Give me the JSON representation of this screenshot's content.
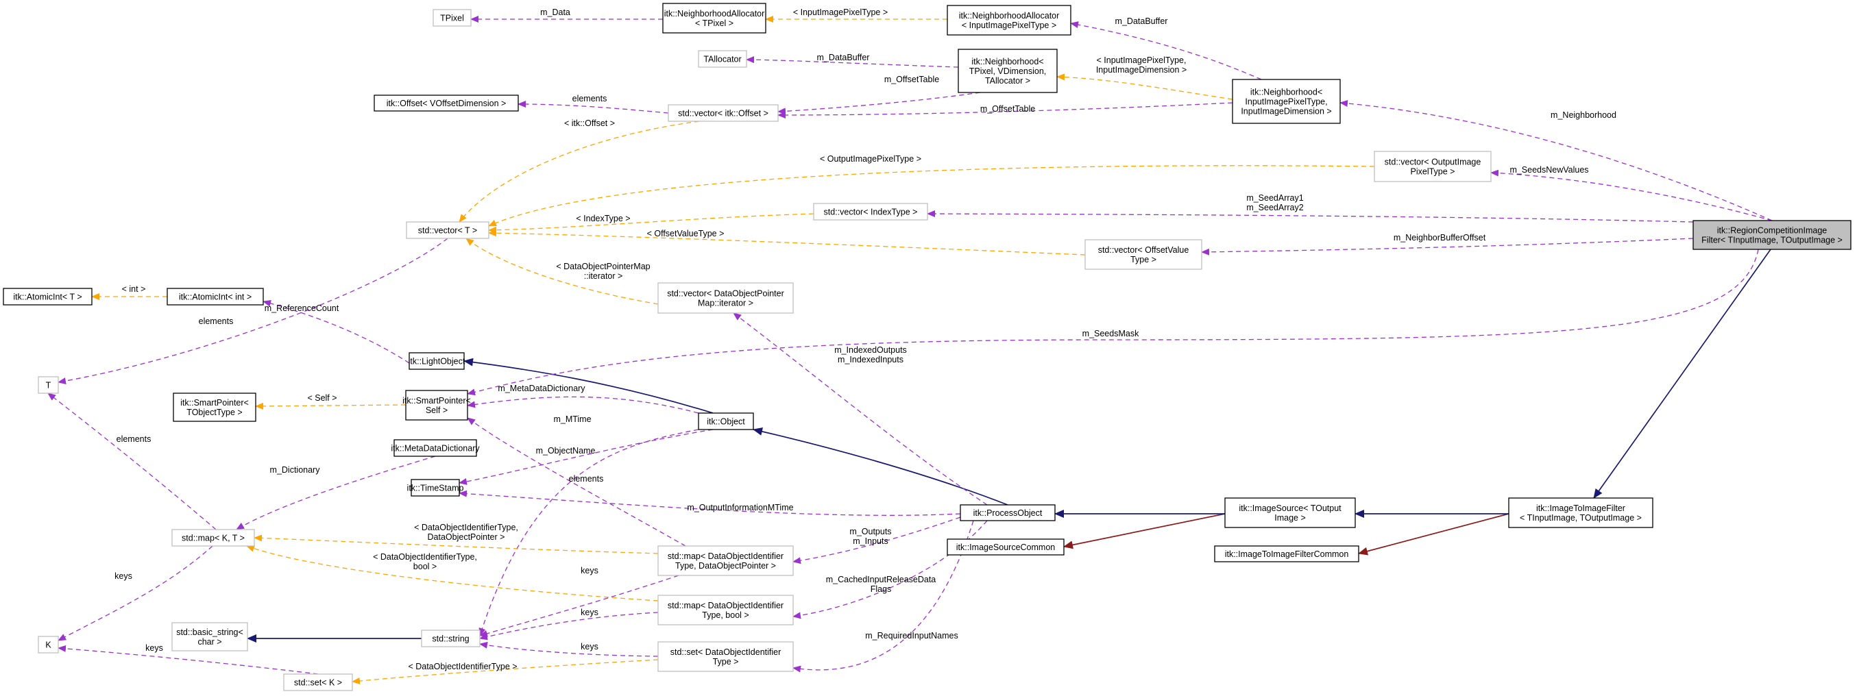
{
  "colors": {
    "inherit": "#191970",
    "usage": "#9a32cd",
    "template": "#ffa500",
    "private": "#8b1a1a",
    "current_fill": "#bfbfbf"
  },
  "nodes": [
    {
      "id": "regioncomp",
      "style": "current",
      "lines": [
        "itk::RegionCompetitionImage",
        "Filter< TInputImage, TOutputImage >"
      ]
    },
    {
      "id": "imgtoimg",
      "style": "solid",
      "lines": [
        "itk::ImageToImageFilter",
        "< TInputImage, TOutputImage >"
      ]
    },
    {
      "id": "imgtoimgcommon",
      "style": "solid",
      "lines": [
        "itk::ImageToImageFilterCommon"
      ]
    },
    {
      "id": "imagesource",
      "style": "solid",
      "lines": [
        "itk::ImageSource< TOutput",
        "Image >"
      ]
    },
    {
      "id": "imagesourcecommon",
      "style": "solid",
      "lines": [
        "itk::ImageSourceCommon"
      ]
    },
    {
      "id": "processobject",
      "style": "solid",
      "lines": [
        "itk::ProcessObject"
      ]
    },
    {
      "id": "object",
      "style": "solid",
      "lines": [
        "itk::Object"
      ]
    },
    {
      "id": "lightobject",
      "style": "solid",
      "lines": [
        "itk::LightObject"
      ]
    },
    {
      "id": "atomicint_int",
      "style": "solid",
      "lines": [
        "itk::AtomicInt< int >"
      ]
    },
    {
      "id": "atomicint_t",
      "style": "solid",
      "lines": [
        "itk::AtomicInt< T >"
      ]
    },
    {
      "id": "smartptr_self",
      "style": "solid",
      "lines": [
        "itk::SmartPointer<",
        "Self >"
      ]
    },
    {
      "id": "smartptr_t",
      "style": "solid",
      "lines": [
        "itk::SmartPointer<",
        "TObjectType >"
      ]
    },
    {
      "id": "metadict",
      "style": "solid",
      "lines": [
        "itk::MetaDataDictionary"
      ]
    },
    {
      "id": "timestamp",
      "style": "solid",
      "lines": [
        "itk::TimeStamp"
      ]
    },
    {
      "id": "offset",
      "style": "solid",
      "lines": [
        "itk::Offset< VOffsetDimension >"
      ]
    },
    {
      "id": "neighborhood_t",
      "style": "solid",
      "lines": [
        "itk::Neighborhood<",
        "TPixel, VDimension,",
        "TAllocator >"
      ]
    },
    {
      "id": "neighborhood_in",
      "style": "solid",
      "lines": [
        "itk::Neighborhood<",
        "InputImagePixelType,",
        "InputImageDimension >"
      ]
    },
    {
      "id": "nalloc_t",
      "style": "solid",
      "lines": [
        "itk::NeighborhoodAllocator",
        "< TPixel >"
      ]
    },
    {
      "id": "nalloc_in",
      "style": "solid",
      "lines": [
        "itk::NeighborhoodAllocator",
        "< InputImagePixelType >"
      ]
    },
    {
      "id": "tpixel",
      "style": "grey",
      "lines": [
        "TPixel"
      ]
    },
    {
      "id": "tallocator",
      "style": "grey",
      "lines": [
        "TAllocator"
      ]
    },
    {
      "id": "vec_offset",
      "style": "grey",
      "lines": [
        "std::vector< itk::Offset >"
      ]
    },
    {
      "id": "vec_t",
      "style": "grey",
      "lines": [
        "std::vector< T >"
      ]
    },
    {
      "id": "t",
      "style": "grey",
      "lines": [
        "T"
      ]
    },
    {
      "id": "k",
      "style": "grey",
      "lines": [
        "K"
      ]
    },
    {
      "id": "map_kt",
      "style": "grey",
      "lines": [
        "std::map< K, T >"
      ]
    },
    {
      "id": "basic_string",
      "style": "grey",
      "lines": [
        "std::basic_string<",
        "char >"
      ]
    },
    {
      "id": "string",
      "style": "grey",
      "lines": [
        "std::string"
      ]
    },
    {
      "id": "set_k",
      "style": "grey",
      "lines": [
        "std::set< K >"
      ]
    },
    {
      "id": "vec_outpix",
      "style": "grey",
      "lines": [
        "std::vector< OutputImage",
        "PixelType >"
      ]
    },
    {
      "id": "vec_index",
      "style": "grey",
      "lines": [
        "std::vector< IndexType >"
      ]
    },
    {
      "id": "vec_offval",
      "style": "grey",
      "lines": [
        "std::vector< OffsetValue",
        "Type >"
      ]
    },
    {
      "id": "vec_dopmap",
      "style": "grey",
      "lines": [
        "std::vector< DataObjectPointer",
        "Map::iterator >"
      ]
    },
    {
      "id": "map_dop",
      "style": "grey",
      "lines": [
        "std::map< DataObjectIdentifier",
        "Type, DataObjectPointer >"
      ]
    },
    {
      "id": "map_bool",
      "style": "grey",
      "lines": [
        "std::map< DataObjectIdentifier",
        "Type, bool >"
      ]
    },
    {
      "id": "set_doi",
      "style": "grey",
      "lines": [
        "std::set< DataObjectIdentifier",
        "Type >"
      ]
    }
  ],
  "edges": [
    {
      "id": "e_reg_imgtoimg",
      "kind": "inherit",
      "labels": []
    },
    {
      "id": "e_imgtoimg_common",
      "kind": "private",
      "labels": []
    },
    {
      "id": "e_imgtoimg_source",
      "kind": "inherit",
      "labels": []
    },
    {
      "id": "e_source_common",
      "kind": "private",
      "labels": []
    },
    {
      "id": "e_source_po",
      "kind": "inherit",
      "labels": []
    },
    {
      "id": "e_po_object",
      "kind": "inherit",
      "labels": []
    },
    {
      "id": "e_object_light",
      "kind": "inherit",
      "labels": []
    },
    {
      "id": "e_neighborhood",
      "kind": "usage",
      "labels": [
        "m_Neighborhood"
      ]
    },
    {
      "id": "e_seedsnew",
      "kind": "usage",
      "labels": [
        "m_SeedsNewValues"
      ]
    },
    {
      "id": "e_seedarray",
      "kind": "usage",
      "labels": [
        "m_SeedArray1",
        "m_SeedArray2"
      ]
    },
    {
      "id": "e_nboffset",
      "kind": "usage",
      "labels": [
        "m_NeighborBufferOffset"
      ]
    },
    {
      "id": "e_seedsmask",
      "kind": "usage",
      "labels": [
        "m_SeedsMask"
      ]
    },
    {
      "id": "e_databuffer_in",
      "kind": "usage",
      "labels": [
        "m_DataBuffer"
      ]
    },
    {
      "id": "e_offsettable_in",
      "kind": "usage",
      "labels": [
        "m_OffsetTable"
      ]
    },
    {
      "id": "e_tpl_neigh",
      "kind": "template",
      "labels": [
        "< InputImagePixelType,",
        "InputImageDimension >"
      ]
    },
    {
      "id": "e_tpl_nalloc",
      "kind": "template",
      "labels": [
        "< InputImagePixelType >"
      ]
    },
    {
      "id": "e_mdata",
      "kind": "usage",
      "labels": [
        "m_Data"
      ]
    },
    {
      "id": "e_databuffer_t",
      "kind": "usage",
      "labels": [
        "m_DataBuffer"
      ]
    },
    {
      "id": "e_offsettable_t",
      "kind": "usage",
      "labels": [
        "m_OffsetTable"
      ]
    },
    {
      "id": "e_elements_offset",
      "kind": "usage",
      "labels": [
        "elements"
      ]
    },
    {
      "id": "e_tpl_vecoffset",
      "kind": "template",
      "labels": [
        "< itk::Offset >"
      ]
    },
    {
      "id": "e_tpl_outpix",
      "kind": "template",
      "labels": [
        "< OutputImagePixelType >"
      ]
    },
    {
      "id": "e_tpl_index",
      "kind": "template",
      "labels": [
        "< IndexType >"
      ]
    },
    {
      "id": "e_tpl_offval",
      "kind": "template",
      "labels": [
        "< OffsetValueType >"
      ]
    },
    {
      "id": "e_tpl_dopmap",
      "kind": "template",
      "labels": [
        "< DataObjectPointerMap",
        "::iterator >"
      ]
    },
    {
      "id": "e_elements_vec_t",
      "kind": "usage",
      "labels": [
        "elements"
      ]
    },
    {
      "id": "e_tpl_atomic",
      "kind": "template",
      "labels": [
        "< int >"
      ]
    },
    {
      "id": "e_refcount",
      "kind": "usage",
      "labels": [
        "m_ReferenceCount"
      ]
    },
    {
      "id": "e_tpl_smartptr",
      "kind": "template",
      "labels": [
        "< Self >"
      ]
    },
    {
      "id": "e_metadict",
      "kind": "usage",
      "labels": [
        "m_MetaDataDictionary"
      ]
    },
    {
      "id": "e_mtime",
      "kind": "usage",
      "labels": [
        "m_MTime"
      ]
    },
    {
      "id": "e_objectname",
      "kind": "usage",
      "labels": [
        "m_ObjectName"
      ]
    },
    {
      "id": "e_mdictionary",
      "kind": "usage",
      "labels": [
        "m_Dictionary"
      ]
    },
    {
      "id": "e_elements_map_t",
      "kind": "usage",
      "labels": [
        "elements"
      ]
    },
    {
      "id": "e_keys_map_k",
      "kind": "usage",
      "labels": [
        "keys"
      ]
    },
    {
      "id": "e_keys_set_k",
      "kind": "usage",
      "labels": [
        "keys"
      ]
    },
    {
      "id": "e_indexed",
      "kind": "usage",
      "labels": [
        "m_IndexedOutputs",
        "m_IndexedInputs"
      ]
    },
    {
      "id": "e_outinfo",
      "kind": "usage",
      "labels": [
        "m_OutputInformationMTime"
      ]
    },
    {
      "id": "e_elements_mapdop",
      "kind": "usage",
      "labels": [
        "elements"
      ]
    },
    {
      "id": "e_outputs",
      "kind": "usage",
      "labels": [
        "m_Outputs",
        "m_Inputs"
      ]
    },
    {
      "id": "e_cached",
      "kind": "usage",
      "labels": [
        "m_CachedInputReleaseData",
        "Flags"
      ]
    },
    {
      "id": "e_required",
      "kind": "usage",
      "labels": [
        "m_RequiredInputNames"
      ]
    },
    {
      "id": "e_tpl_map_dop",
      "kind": "template",
      "labels": [
        "< DataObjectIdentifierType,",
        "DataObjectPointer >"
      ]
    },
    {
      "id": "e_tpl_map_bool",
      "kind": "template",
      "labels": [
        "< DataObjectIdentifierType,",
        "bool >"
      ]
    },
    {
      "id": "e_keys_mapdop",
      "kind": "usage",
      "labels": [
        "keys"
      ]
    },
    {
      "id": "e_keys_mapbool",
      "kind": "usage",
      "labels": [
        "keys"
      ]
    },
    {
      "id": "e_keys_setdoi",
      "kind": "usage",
      "labels": [
        "keys"
      ]
    },
    {
      "id": "e_basic_string",
      "kind": "inherit",
      "labels": []
    },
    {
      "id": "e_tpl_set",
      "kind": "template",
      "labels": [
        "< DataObjectIdentifierType >"
      ]
    }
  ]
}
